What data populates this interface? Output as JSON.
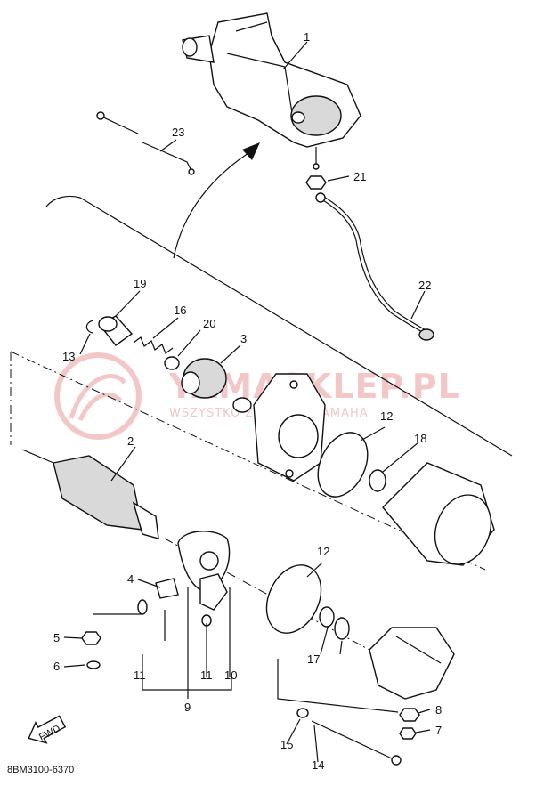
{
  "watermark": {
    "brand": "YAMASKLEP.PL",
    "tagline": "WSZYSTKO Z DEALER YAMAHA"
  },
  "drawing_code": "8BM3100-6370",
  "fwd_label": "FWD",
  "callouts": {
    "c1": "1",
    "c2": "2",
    "c3": "3",
    "c4": "4",
    "c5": "5",
    "c6": "6",
    "c7": "7",
    "c8": "8",
    "c9": "9",
    "c10": "10",
    "c11a": "11",
    "c11b": "11",
    "c12a": "12",
    "c12b": "12",
    "c13": "13",
    "c14": "14",
    "c15": "15",
    "c16": "16",
    "c17": "17",
    "c18": "18",
    "c19": "19",
    "c20": "20",
    "c21": "21",
    "c22": "22",
    "c23": "23"
  }
}
